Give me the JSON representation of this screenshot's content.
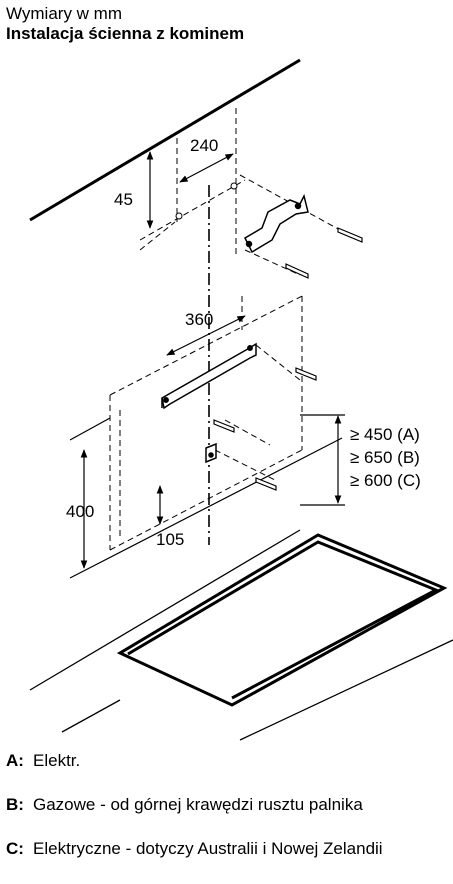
{
  "header": {
    "units": "Wymiary w mm",
    "title": "Instalacja ścienna z kominem"
  },
  "dimensions": {
    "d240": "240",
    "d45": "45",
    "d360": "360",
    "d400": "400",
    "d105": "105"
  },
  "clearances": [
    {
      "prefix": "≥ 450 (",
      "key": "A",
      "suffix": ")"
    },
    {
      "prefix": "≥ 650 (",
      "key": "B",
      "suffix": ")"
    },
    {
      "prefix": "≥ 600 (",
      "key": "C",
      "suffix": ")"
    }
  ],
  "legend": [
    {
      "key": "A:",
      "text": "Elektr."
    },
    {
      "key": "B:",
      "text": "Gazowe - od górnej krawędzi rusztu palnika"
    },
    {
      "key": "C:",
      "text": "Elektryczne - dotyczy Australii i Nowej Zelandii"
    }
  ]
}
